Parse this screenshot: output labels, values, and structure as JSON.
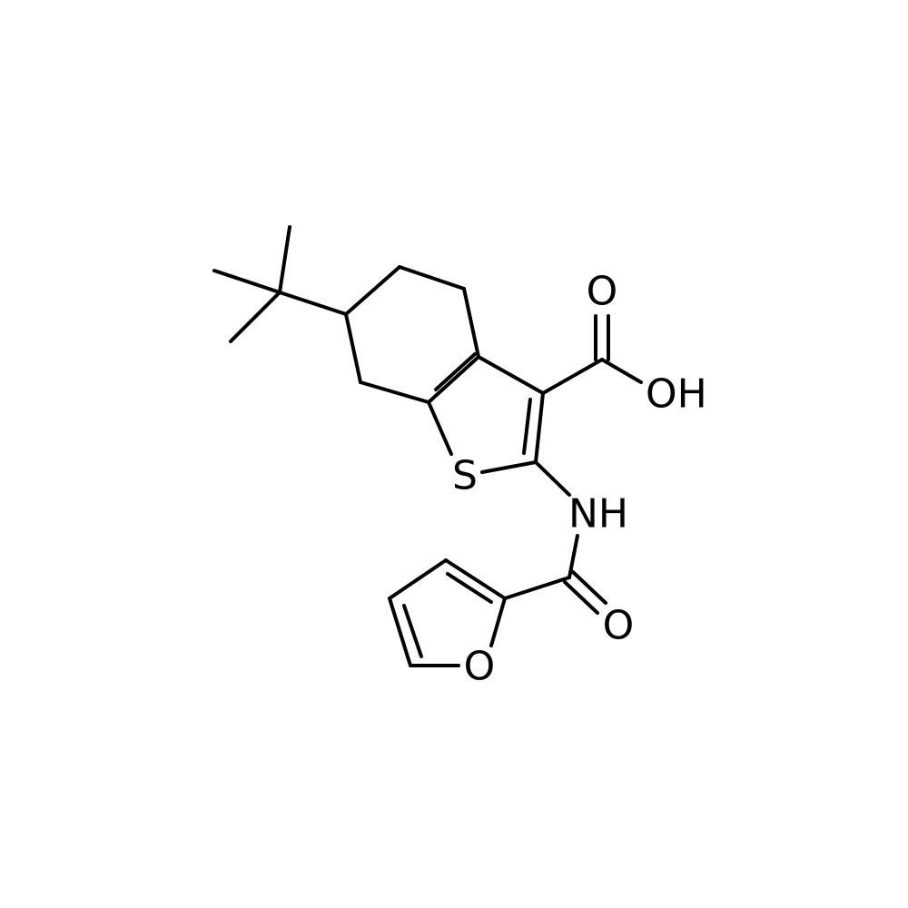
{
  "molecule": {
    "atoms": {
      "oxygen_carbonyl_acid": "O",
      "hydroxyl": "OH",
      "sulfur": "S",
      "amide_nh": "NH",
      "oxygen_carbonyl_amide": "O",
      "oxygen_furan": "O"
    }
  },
  "colors": {
    "bond": "#000000",
    "text": "#000000",
    "background": "#ffffff"
  }
}
